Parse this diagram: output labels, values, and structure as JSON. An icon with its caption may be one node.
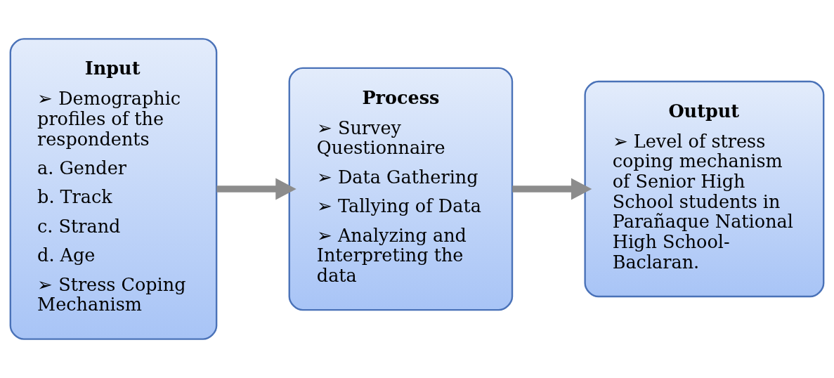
{
  "diagram": {
    "nodes": [
      {
        "text": [
          "Input",
          "➢ Demographic profiles of the respondents",
          "a. Gender",
          "b. Track",
          "c. Strand",
          "d. Age",
          "➢ Stress Coping Mechanism"
        ]
      },
      {
        "text": [
          "Process",
          "➢ Survey Questionnaire",
          "➢ Data Gathering",
          "➢ Tallying of Data",
          "➢ Analyzing and Interpreting the data"
        ]
      },
      {
        "text": [
          "Output",
          "➢ Level of stress coping mechanism of Senior High School students in Parañaque National High School-Baclaran."
        ]
      }
    ],
    "edges": [
      {
        "from": 0,
        "to": 1,
        "arrow": "to"
      },
      {
        "from": 1,
        "to": 2,
        "arrow": "to"
      }
    ]
  }
}
